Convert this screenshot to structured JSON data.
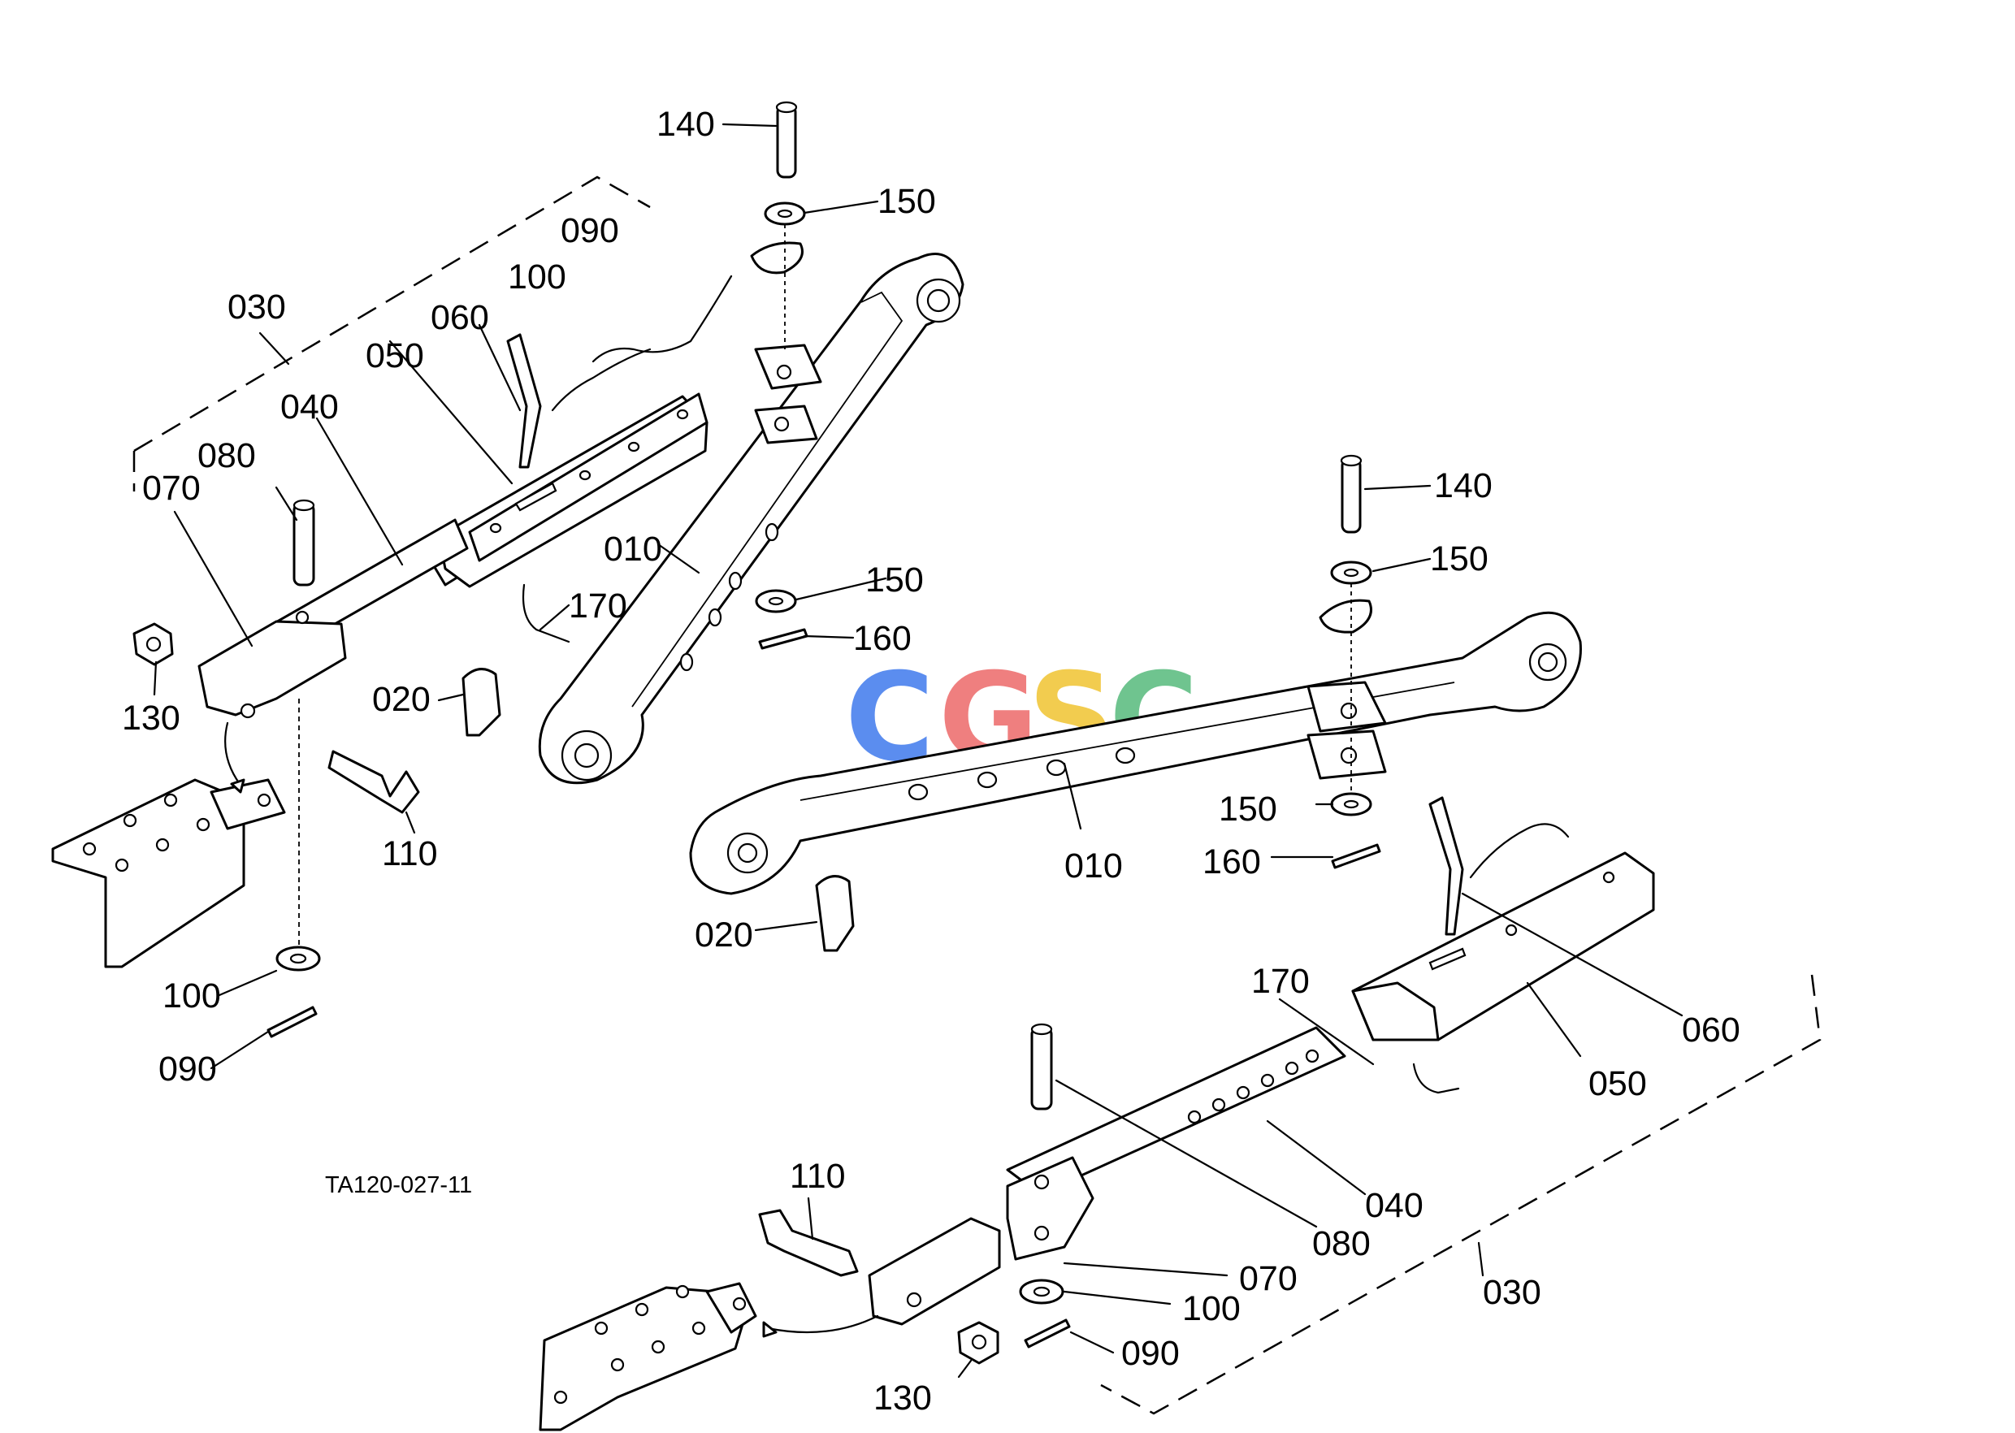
{
  "diagram": {
    "reference_code": "TA120-027-11",
    "watermark": {
      "letters": [
        "C",
        "G",
        "S",
        "C"
      ],
      "colors": [
        "#5B8DEF",
        "#EF7F7F",
        "#F2CC4F",
        "#6FC48F"
      ]
    },
    "callouts": {
      "left_assembly": {
        "c140": "140",
        "c150_top": "150",
        "c090_top": "090",
        "c100_top": "100",
        "c030": "030",
        "c060": "060",
        "c050": "050",
        "c040": "040",
        "c080": "080",
        "c070": "070",
        "c010": "010",
        "c170": "170",
        "c150_mid": "150",
        "c160": "160",
        "c130": "130",
        "c020": "020",
        "c110": "110",
        "c100_bot": "100",
        "c090_bot": "090"
      },
      "right_assembly": {
        "c140": "140",
        "c150_top": "150",
        "c150_low": "150",
        "c160": "160",
        "c010": "010",
        "c020": "020",
        "c170": "170",
        "c060": "060",
        "c050": "050",
        "c040": "040",
        "c080": "080",
        "c070": "070",
        "c100": "100",
        "c090": "090",
        "c030": "030",
        "c110": "110",
        "c130": "130"
      }
    }
  }
}
